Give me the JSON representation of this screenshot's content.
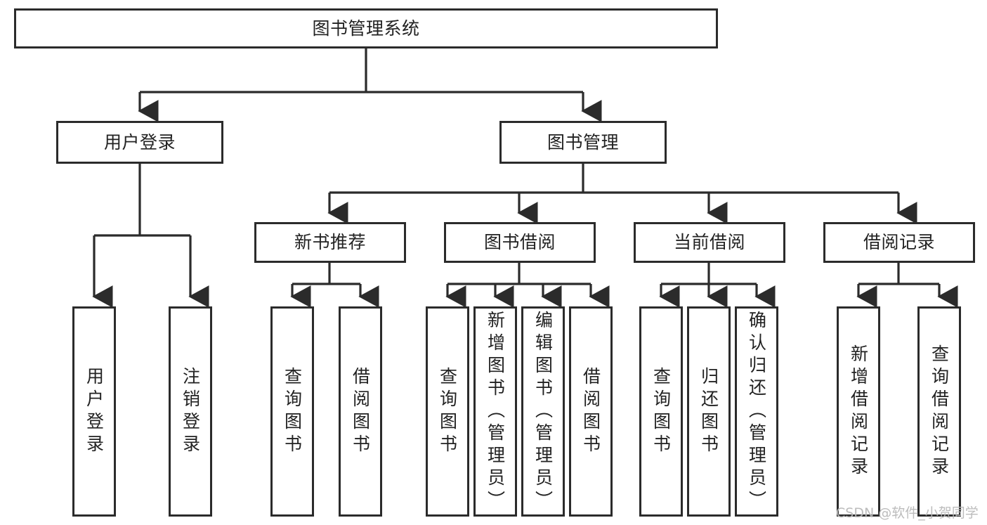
{
  "diagram": {
    "title": "图书管理系统",
    "type": "hierarchy-tree",
    "colors": {
      "box_border": "#2b2b2b",
      "box_fill": "#ffffff",
      "connector": "#2b2b2b",
      "text": "#222222",
      "watermark": "#b9b9b9",
      "background": "#ffffff"
    },
    "watermark": "CSDN @软件_小贺同学",
    "levels": {
      "root": {
        "label": "图书管理系统"
      },
      "level2": [
        {
          "label": "用户登录"
        },
        {
          "label": "图书管理"
        }
      ],
      "level3": [
        {
          "label": "新书推荐"
        },
        {
          "label": "图书借阅"
        },
        {
          "label": "当前借阅"
        },
        {
          "label": "借阅记录"
        }
      ],
      "leaves": {
        "user_login": [
          {
            "label": "用户登录"
          },
          {
            "label": "注销登录"
          }
        ],
        "new_book_recommend": [
          {
            "label": "查询图书"
          },
          {
            "label": "借阅图书"
          }
        ],
        "book_borrow": [
          {
            "label": "查询图书"
          },
          {
            "label": "新增图书（管理员）"
          },
          {
            "label": "编辑图书（管理员）"
          },
          {
            "label": "借阅图书"
          }
        ],
        "current_borrow": [
          {
            "label": "查询图书"
          },
          {
            "label": "归还图书"
          },
          {
            "label": "确认归还（管理员）"
          }
        ],
        "borrow_record": [
          {
            "label": "新增借阅记录"
          },
          {
            "label": "查询借阅记录"
          }
        ]
      }
    }
  }
}
